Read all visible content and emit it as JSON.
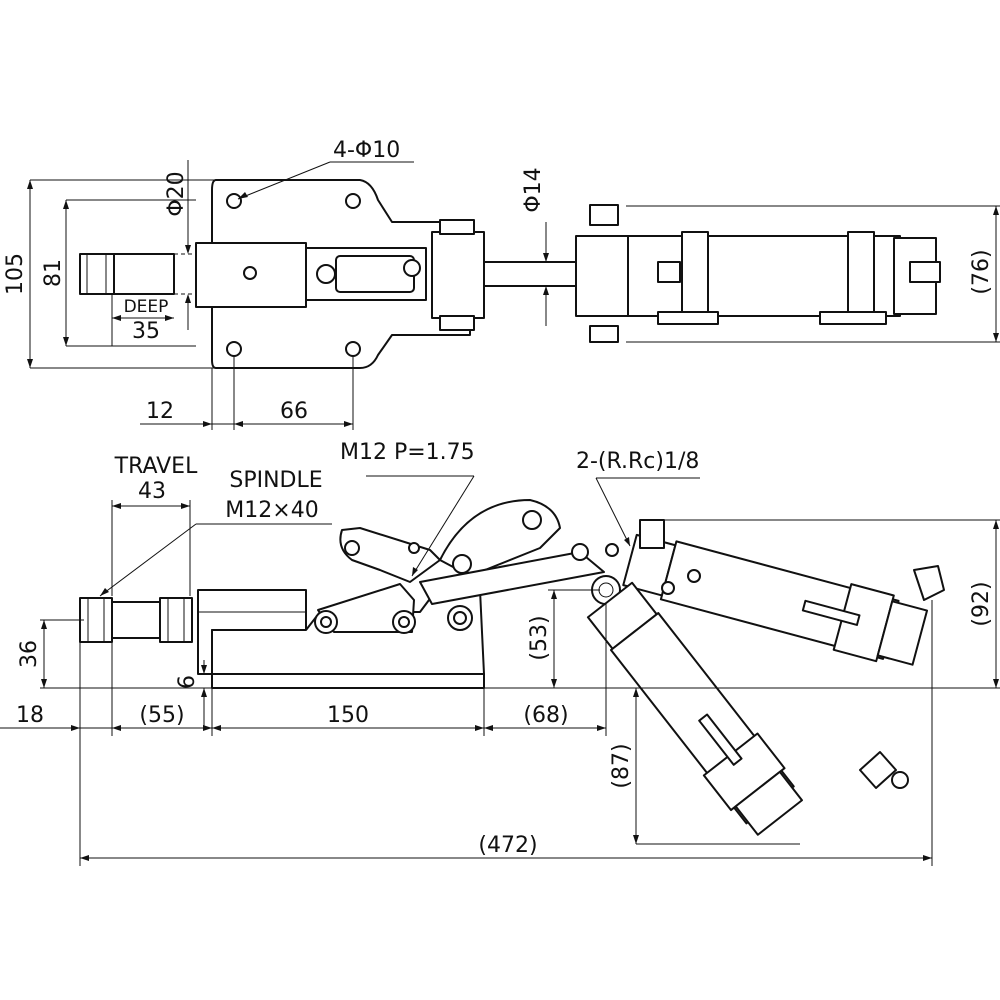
{
  "top_view": {
    "holes_label": "4-Φ10",
    "bore_label": "Φ20",
    "rod_label": "Φ14",
    "height_label": "105",
    "inner_height_label": "81",
    "deep_label": "DEEP",
    "depth_label": "35",
    "edge_label": "12",
    "pitch_label": "66",
    "cyl_height_label": "(76)"
  },
  "side_view": {
    "travel_label": "TRAVEL",
    "travel_value": "43",
    "spindle_label": "SPINDLE",
    "spindle_size": "M12×40",
    "thread_label": "M12 P=1.75",
    "port_label": "2-(R.Rc)1/8",
    "height36": "36",
    "offset6": "6",
    "dim18": "18",
    "dim55": "(55)",
    "dim150": "150",
    "dim68": "(68)",
    "dim53": "(53)",
    "dim92": "(92)",
    "dim87": "(87)",
    "dim472": "(472)"
  }
}
